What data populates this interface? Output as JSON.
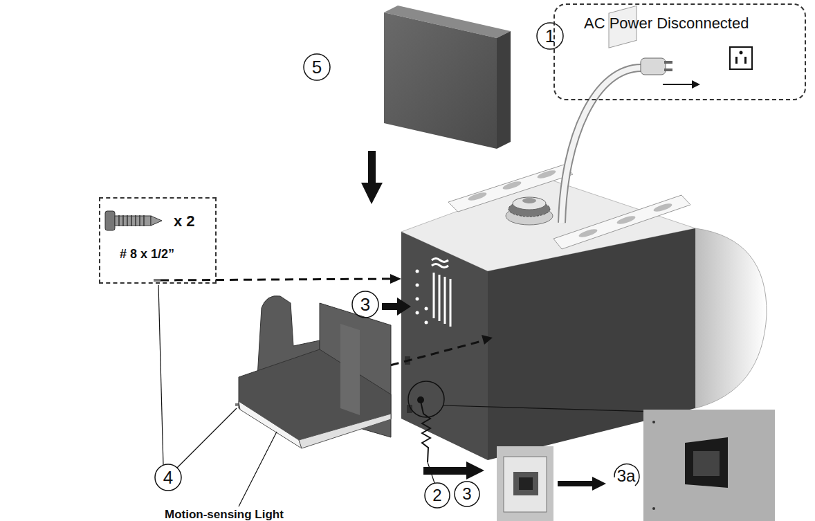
{
  "diagram": {
    "nodes": [
      {
        "text": [
          "AC Power Disconnected"
        ]
      },
      {
        "text": [
          "x 2",
          "# 8 x 1/2”"
        ]
      }
    ],
    "labels": [
      "5",
      "1",
      "3",
      "3",
      "3a",
      "4",
      "2",
      "Motion-sensing Light"
    ]
  }
}
